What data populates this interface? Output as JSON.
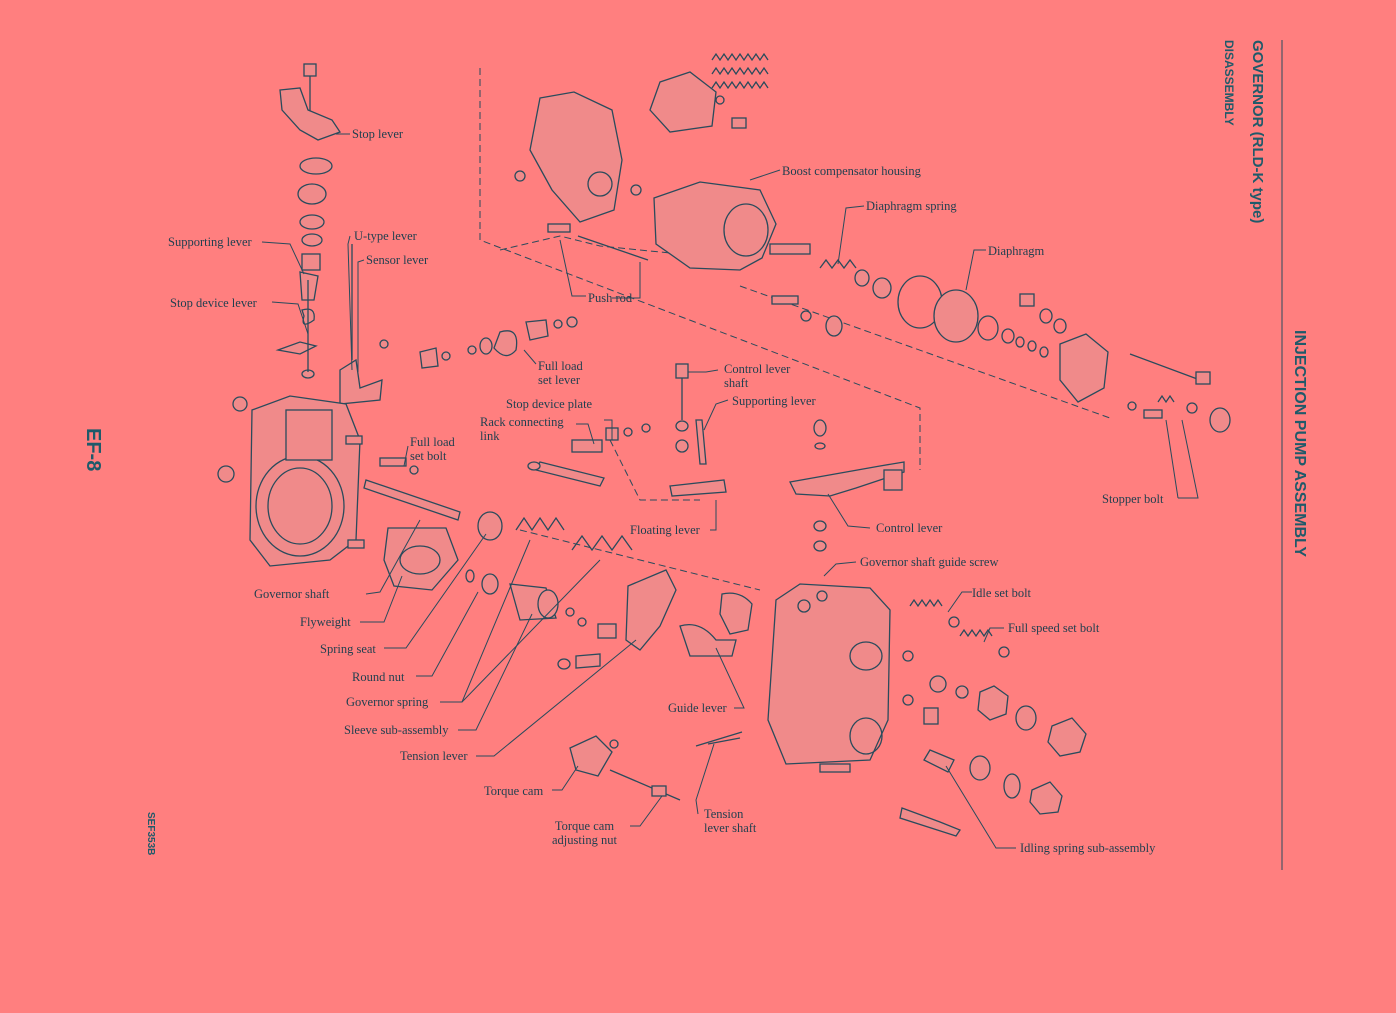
{
  "header": {
    "section_title": "INJECTION PUMP ASSEMBLY",
    "subtitle": "GOVERNOR (RLD-K type)",
    "sub_subtitle": "DISASSEMBLY",
    "page_number": "EF-8",
    "figure_code": "SEF353B"
  },
  "labels": {
    "stop_lever": "Stop lever",
    "supporting_lever_left": "Supporting lever",
    "u_type_lever": "U-type lever",
    "sensor_lever": "Sensor lever",
    "stop_device_lever": "Stop device lever",
    "full_load_set_bolt": "Full load\nset bolt",
    "governor_shaft": "Governor shaft",
    "flyweight": "Flyweight",
    "spring_seat": "Spring seat",
    "round_nut": "Round nut",
    "governor_spring": "Governor spring",
    "sleeve_sub_assembly": "Sleeve sub-assembly",
    "tension_lever": "Tension lever",
    "torque_cam": "Torque cam",
    "torque_cam_adjusting_nut": "Torque cam\nadjusting nut",
    "tension_lever_shaft": "Tension\nlever shaft",
    "guide_lever": "Guide lever",
    "floating_lever": "Floating lever",
    "rack_connecting_link": "Rack connecting\nlink",
    "stop_device_plate": "Stop device plate",
    "control_lever_shaft": "Control lever\nshaft",
    "supporting_lever_right": "Supporting lever",
    "full_load_set_lever": "Full load\nset lever",
    "push_rod": "Push rod",
    "boost_compensator_housing": "Boost compensator housing",
    "diaphragm_spring": "Diaphragm spring",
    "diaphragm": "Diaphragm",
    "stopper_bolt": "Stopper bolt",
    "control_lever": "Control lever",
    "governor_shaft_guide_screw": "Governor shaft guide screw",
    "idle_set_bolt": "Idle set bolt",
    "full_speed_set_bolt": "Full speed set bolt",
    "idling_spring_sub_assembly": "Idling spring sub-assembly"
  },
  "colors": {
    "background": "#ff7f7f",
    "ink": "#2a4b5c",
    "heading": "#1f5a6a"
  }
}
